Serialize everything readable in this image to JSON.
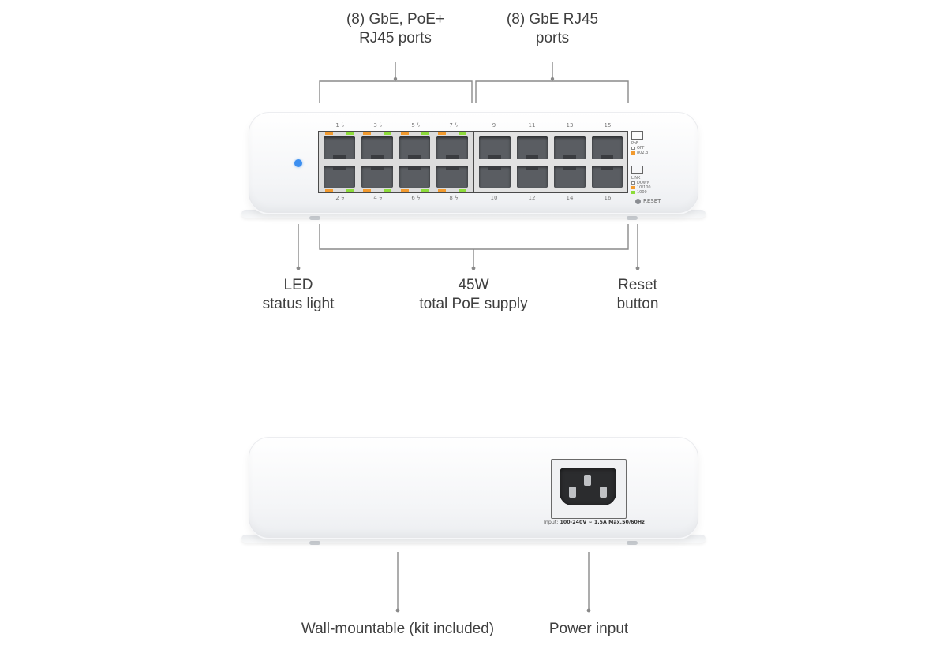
{
  "callouts": {
    "poe_ports": [
      "(8) GbE, PoE+",
      "RJ45 ports"
    ],
    "gbe_ports": [
      "(8) GbE RJ45",
      "ports"
    ],
    "led": [
      "LED",
      "status light"
    ],
    "poe_supply": [
      "45W",
      "total PoE supply"
    ],
    "reset": [
      "Reset",
      "button"
    ],
    "wall_mount": [
      "Wall-mountable (kit included)"
    ],
    "power_input": [
      "Power input"
    ]
  },
  "front_panel": {
    "port_numbers_top": [
      "1",
      "3",
      "5",
      "7",
      "9",
      "11",
      "13",
      "15"
    ],
    "port_numbers_bottom": [
      "2",
      "4",
      "6",
      "8",
      "10",
      "12",
      "14",
      "16"
    ],
    "poe_legend": {
      "title": "PoE",
      "items": [
        "OFF",
        "802.3"
      ]
    },
    "link_legend": {
      "title": "LINK",
      "items": [
        "DOWN",
        "10/100",
        "1000"
      ]
    },
    "reset_label": "RESET"
  },
  "back_panel": {
    "input_label": "Input:",
    "input_value": "100-240V ~ 1.5A Max,50/60Hz"
  },
  "colors": {
    "led_blue": "#3c8ff0",
    "port_orange": "#f29a2e",
    "port_green": "#8ddc3a",
    "leader_gray": "#888888"
  }
}
